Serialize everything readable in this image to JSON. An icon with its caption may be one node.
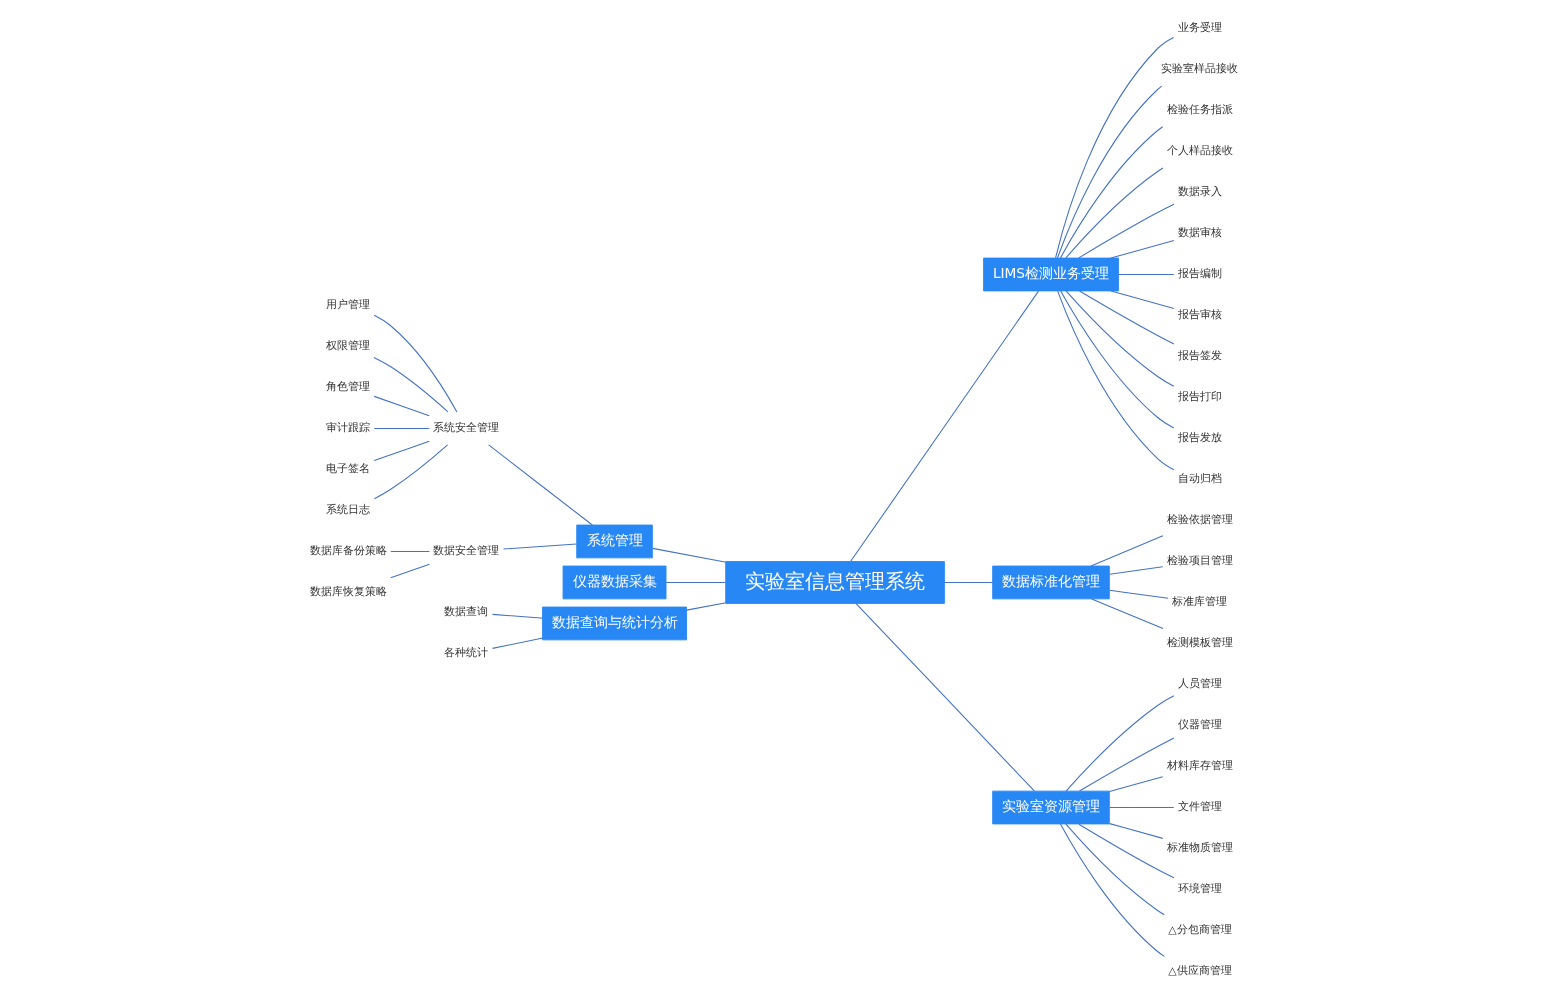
{
  "diagram": {
    "nodes": [
      {
        "text": [
          "实验室信息管理系统"
        ]
      },
      {
        "text": [
          "系统管理"
        ]
      },
      {
        "text": [
          "系统安全管理"
        ]
      },
      {
        "text": [
          "用户管理"
        ]
      },
      {
        "text": [
          "权限管理"
        ]
      },
      {
        "text": [
          "角色管理"
        ]
      },
      {
        "text": [
          "审计跟踪"
        ]
      },
      {
        "text": [
          "电子签名"
        ]
      },
      {
        "text": [
          "系统日志"
        ]
      },
      {
        "text": [
          "数据安全管理"
        ]
      },
      {
        "text": [
          "数据库备份策略"
        ]
      },
      {
        "text": [
          "数据库恢复策略"
        ]
      },
      {
        "text": [
          "仪器数据采集"
        ]
      },
      {
        "text": [
          "数据查询与统计分析"
        ]
      },
      {
        "text": [
          "数据查询"
        ]
      },
      {
        "text": [
          "各种统计"
        ]
      },
      {
        "text": [
          "LIMS检测业务受理"
        ]
      },
      {
        "text": [
          "业务受理"
        ]
      },
      {
        "text": [
          "实验室样品接收"
        ]
      },
      {
        "text": [
          "检验任务指派"
        ]
      },
      {
        "text": [
          "个人样品接收"
        ]
      },
      {
        "text": [
          "数据录入"
        ]
      },
      {
        "text": [
          "数据审核"
        ]
      },
      {
        "text": [
          "报告编制"
        ]
      },
      {
        "text": [
          "报告审核"
        ]
      },
      {
        "text": [
          "报告签发"
        ]
      },
      {
        "text": [
          "报告打印"
        ]
      },
      {
        "text": [
          "报告发放"
        ]
      },
      {
        "text": [
          "自动归档"
        ]
      },
      {
        "text": [
          "数据标准化管理"
        ]
      },
      {
        "text": [
          "检验依据管理"
        ]
      },
      {
        "text": [
          "检验项目管理"
        ]
      },
      {
        "text": [
          "标准库管理"
        ]
      },
      {
        "text": [
          "检测模板管理"
        ]
      },
      {
        "text": [
          "实验室资源管理"
        ]
      },
      {
        "text": [
          "人员管理"
        ]
      },
      {
        "text": [
          "仪器管理"
        ]
      },
      {
        "text": [
          "材料库存管理"
        ]
      },
      {
        "text": [
          "文件管理"
        ]
      },
      {
        "text": [
          "标准物质管理"
        ]
      },
      {
        "text": [
          "环境管理"
        ]
      },
      {
        "text": [
          "△分包商管理"
        ]
      },
      {
        "text": [
          "△供应商管理"
        ]
      }
    ],
    "edges": [
      {
        "from": 1,
        "to": 0,
        "arrow": "none"
      },
      {
        "from": 2,
        "to": 1,
        "arrow": "none"
      },
      {
        "from": 3,
        "to": 2,
        "arrow": "none"
      },
      {
        "from": 4,
        "to": 2,
        "arrow": "none"
      },
      {
        "from": 5,
        "to": 2,
        "arrow": "none"
      },
      {
        "from": 6,
        "to": 2,
        "arrow": "none"
      },
      {
        "from": 7,
        "to": 2,
        "arrow": "none"
      },
      {
        "from": 8,
        "to": 2,
        "arrow": "none"
      },
      {
        "from": 9,
        "to": 1,
        "arrow": "none"
      },
      {
        "from": 10,
        "to": 9,
        "arrow": "none"
      },
      {
        "from": 11,
        "to": 9,
        "arrow": "none"
      },
      {
        "from": 12,
        "to": 0,
        "arrow": "none"
      },
      {
        "from": 13,
        "to": 0,
        "arrow": "none"
      },
      {
        "from": 14,
        "to": 13,
        "arrow": "none"
      },
      {
        "from": 15,
        "to": 13,
        "arrow": "none"
      },
      {
        "from": 0,
        "to": 16,
        "arrow": "none"
      },
      {
        "from": 16,
        "to": 17,
        "arrow": "none"
      },
      {
        "from": 16,
        "to": 18,
        "arrow": "none"
      },
      {
        "from": 16,
        "to": 19,
        "arrow": "none"
      },
      {
        "from": 16,
        "to": 20,
        "arrow": "none"
      },
      {
        "from": 16,
        "to": 21,
        "arrow": "none"
      },
      {
        "from": 16,
        "to": 22,
        "arrow": "none"
      },
      {
        "from": 16,
        "to": 23,
        "arrow": "none"
      },
      {
        "from": 16,
        "to": 24,
        "arrow": "none"
      },
      {
        "from": 16,
        "to": 25,
        "arrow": "none"
      },
      {
        "from": 16,
        "to": 26,
        "arrow": "none"
      },
      {
        "from": 16,
        "to": 27,
        "arrow": "none"
      },
      {
        "from": 16,
        "to": 28,
        "arrow": "none"
      },
      {
        "from": 0,
        "to": 29,
        "arrow": "none"
      },
      {
        "from": 29,
        "to": 30,
        "arrow": "none"
      },
      {
        "from": 29,
        "to": 31,
        "arrow": "none"
      },
      {
        "from": 29,
        "to": 32,
        "arrow": "none"
      },
      {
        "from": 29,
        "to": 33,
        "arrow": "none"
      },
      {
        "from": 0,
        "to": 34,
        "arrow": "none"
      },
      {
        "from": 34,
        "to": 35,
        "arrow": "none"
      },
      {
        "from": 34,
        "to": 36,
        "arrow": "none"
      },
      {
        "from": 34,
        "to": 37,
        "arrow": "none"
      },
      {
        "from": 34,
        "to": 38,
        "arrow": "none"
      },
      {
        "from": 34,
        "to": 39,
        "arrow": "none"
      },
      {
        "from": 34,
        "to": 40,
        "arrow": "none"
      },
      {
        "from": 34,
        "to": 41,
        "arrow": "none"
      },
      {
        "from": 34,
        "to": 42,
        "arrow": "none"
      }
    ]
  }
}
